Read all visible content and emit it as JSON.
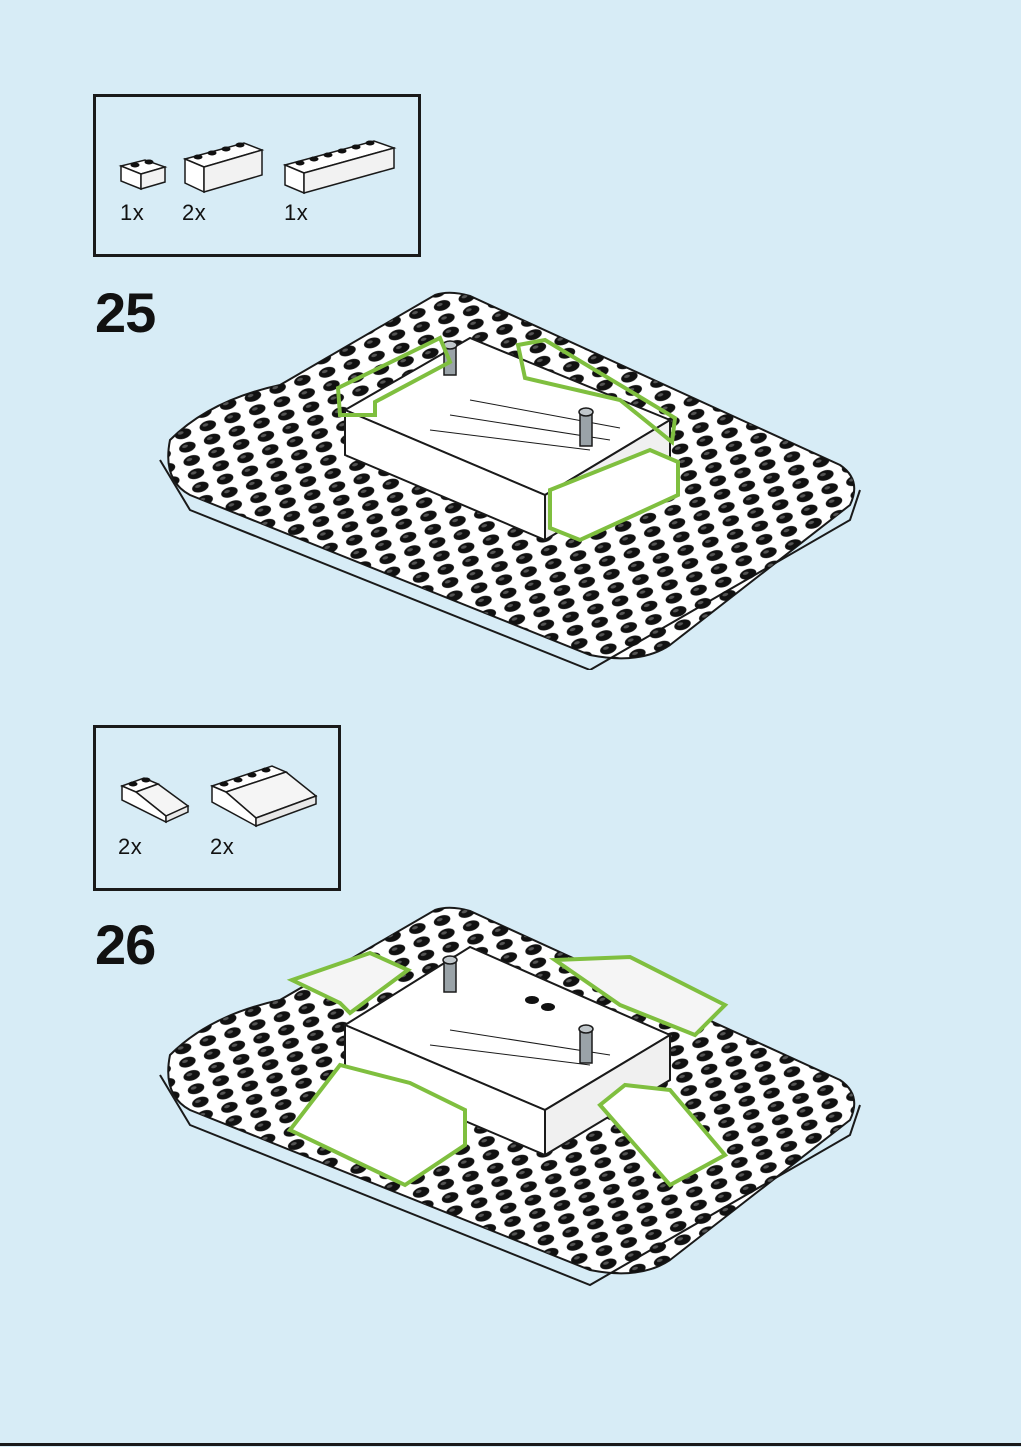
{
  "steps": [
    {
      "number": "25",
      "parts": [
        {
          "type": "brick-1x2",
          "qty": "1x"
        },
        {
          "type": "brick-1x4",
          "qty": "2x"
        },
        {
          "type": "brick-1x6",
          "qty": "1x"
        }
      ]
    },
    {
      "number": "26",
      "parts": [
        {
          "type": "slope-2x2",
          "qty": "2x"
        },
        {
          "type": "slope-2x4",
          "qty": "2x"
        }
      ]
    }
  ],
  "colors": {
    "background": "#d7ecf6",
    "outline": "#1a1a1a",
    "highlight": "#7fbf3f",
    "stud": "#111111",
    "axle": "#9aa3a8"
  }
}
